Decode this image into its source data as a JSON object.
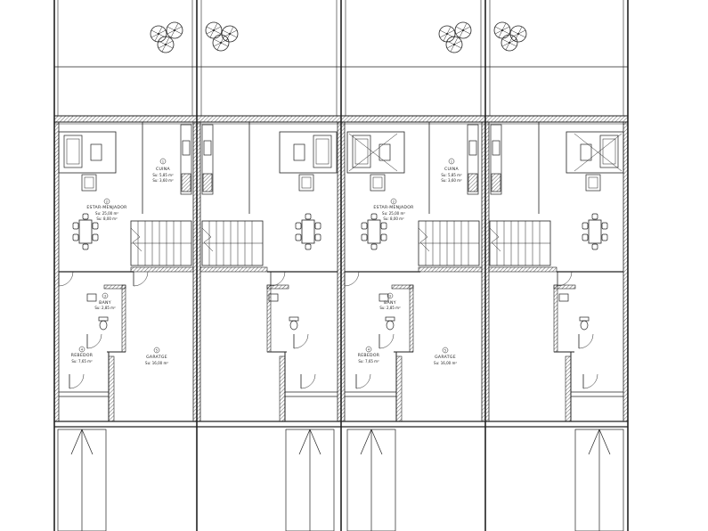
{
  "drawing": {
    "units": [
      {
        "rooms": {
          "cuina": {
            "name": "CUINA",
            "area": "Su: 5,85 m²",
            "area2": "Su: 3,60 m²",
            "num": "1"
          },
          "estar": {
            "name": "ESTAR-MENJADOR",
            "area": "Su: 25,00 m²",
            "area2": "Su: 8,00 m²",
            "num": "2"
          },
          "bany": {
            "name": "BANY",
            "area": "Su: 2,85 m²",
            "num": "3"
          },
          "rebedor": {
            "name": "REBEDOR",
            "area": "Su: 7,65 m²",
            "num": "4"
          },
          "garatge": {
            "name": "GARATGE",
            "area": "Su: 16,00 m²",
            "num": "5"
          }
        }
      },
      {
        "rooms": {}
      },
      {
        "rooms": {
          "cuina": {
            "name": "CUINA",
            "area": "Su: 5,85 m²",
            "area2": "Su: 3,60 m²",
            "num": "1"
          },
          "estar": {
            "name": "ESTAR-MENJADOR",
            "area": "Su: 25,00 m²",
            "area2": "Su: 8,00 m²",
            "num": "2"
          },
          "bany": {
            "name": "BANY",
            "area": "Su: 2,85 m²",
            "num": "3"
          },
          "rebedor": {
            "name": "REBEDOR",
            "area": "Su: 7,65 m²",
            "num": "4"
          },
          "garatge": {
            "name": "GARATGE",
            "area": "Su: 16,00 m²",
            "num": "5"
          }
        }
      },
      {
        "rooms": {}
      }
    ]
  }
}
